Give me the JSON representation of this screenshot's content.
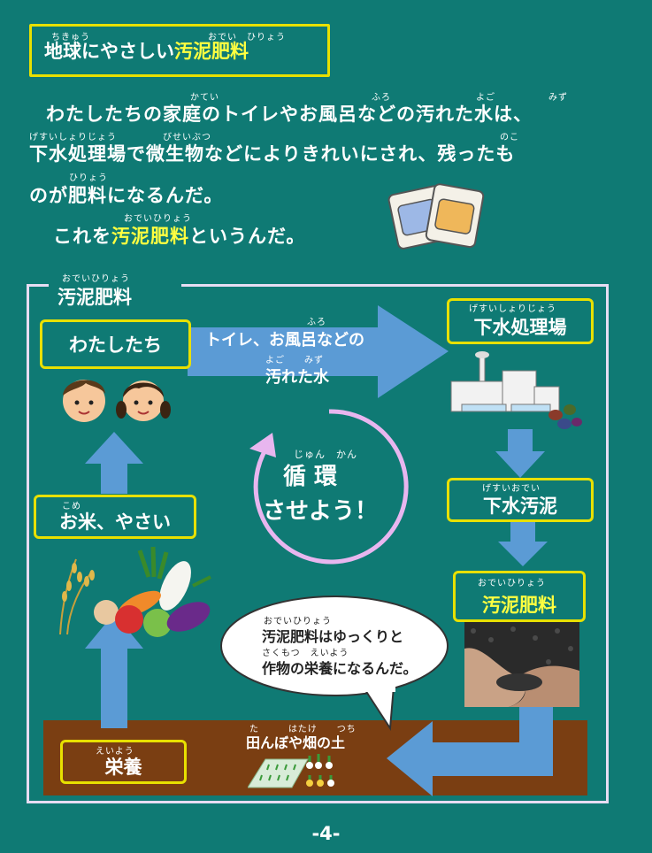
{
  "title": {
    "prefix": "地球にやさしい",
    "highlight": "汚泥肥料",
    "ruby_1": "ちきゅう",
    "ruby_2": "おでい　ひりょう"
  },
  "intro": {
    "line1": "わたしたちの家庭のトイレやお風呂などの汚れた水は、",
    "line1_ruby": [
      "かてい",
      "ふろ",
      "よご",
      "みず"
    ],
    "line2": "下水処理場で微生物などによりきれいにされ、残ったも",
    "line2_ruby": [
      "げすいしょりじょう",
      "びせいぶつ",
      "のこ"
    ],
    "line3": "のが肥料になるんだ。",
    "line3_ruby": [
      "ひりょう"
    ],
    "line4_prefix": "これを",
    "line4_highlight": "汚泥肥料",
    "line4_suffix": "というんだ。",
    "line4_ruby": [
      "おでいひりょう"
    ]
  },
  "diagram": {
    "frame_label": "汚泥肥料",
    "frame_label_ruby": "おでいひりょう",
    "watashitachi": "わたしたち",
    "toilet_line1": "トイレ、お風呂などの",
    "toilet_line1_ruby": "ふろ",
    "toilet_line2": "汚れた水",
    "toilet_line2_ruby": "よご　　みず",
    "gesui_shorijo": "下水処理場",
    "gesui_shorijo_ruby": "げすいしょりじょう",
    "gesui_odei": "下水汚泥",
    "gesui_odei_ruby": "げすいおでい",
    "odei_hiryo": "汚泥肥料",
    "odei_hiryo_ruby": "おでいひりょう",
    "junkan_line1": "循 環",
    "junkan_ruby": "じゅん　かん",
    "junkan_line2": "させよう！",
    "okome_yasai": "お米、やさい",
    "okome_ruby": "こめ",
    "bubble_line1": "汚泥肥料はゆっくりと",
    "bubble_line1_ruby": "おでいひりょう",
    "bubble_line2": "作物の栄養になるんだ。",
    "bubble_line2_ruby": "さくもつ　えいよう",
    "soil_label": "田んぼや畑の土",
    "soil_ruby": "た　　　はたけ　　つち",
    "eiyo": "栄養",
    "eiyo_ruby": "えいよう"
  },
  "page_number": "-4-",
  "colors": {
    "background": "#0f7a74",
    "highlight": "#ffff40",
    "box_border": "#e8e000",
    "arrow": "#5b9bd5",
    "soil": "#7a3e12",
    "cycle": "#e8b6ef"
  }
}
